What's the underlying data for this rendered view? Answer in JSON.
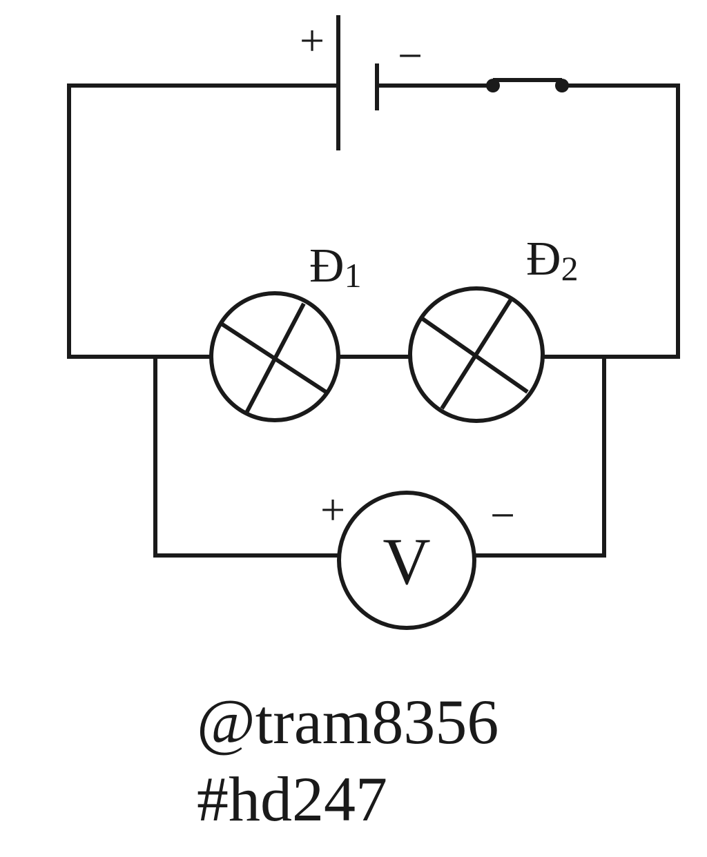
{
  "battery": {
    "plus_sign": "+",
    "minus_sign": "−"
  },
  "lamps": [
    {
      "name": "Đ",
      "subscript": "1"
    },
    {
      "name": "Đ",
      "subscript": "2"
    }
  ],
  "voltmeter": {
    "letter": "V",
    "plus_sign": "+",
    "minus_sign": "−"
  },
  "caption": {
    "handle": "@tram8356",
    "hashtag": "#hd247"
  }
}
